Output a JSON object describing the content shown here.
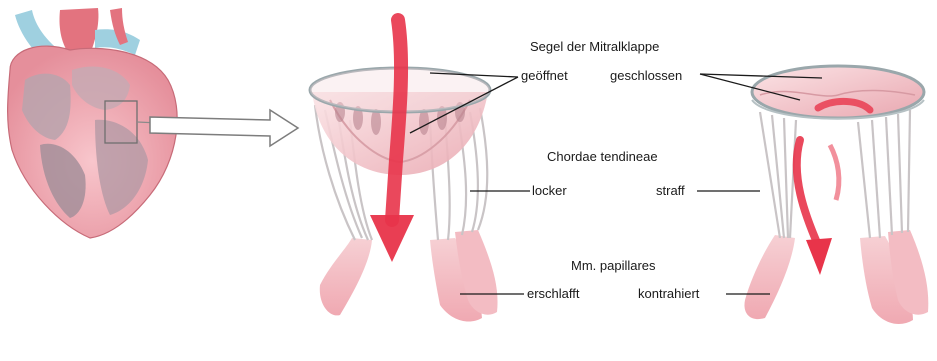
{
  "labels": {
    "segel_title": "Segel der Mitralklappe",
    "geoeffnet": "geöffnet",
    "geschlossen": "geschlossen",
    "chordae_title": "Chordae tendineae",
    "locker": "locker",
    "straff": "straff",
    "papillares_title": "Mm. papillares",
    "erschlafft": "erschlafft",
    "kontrahiert": "kontrahiert"
  },
  "colors": {
    "tissue_pink": "#f2b9c0",
    "valve_pink": "#e89aa6",
    "flow_red": "#e8344a",
    "vessel_blue": "#9fd0e0",
    "chordae_grey": "#c9c4c6",
    "outline_grey": "#8a8a8a"
  }
}
